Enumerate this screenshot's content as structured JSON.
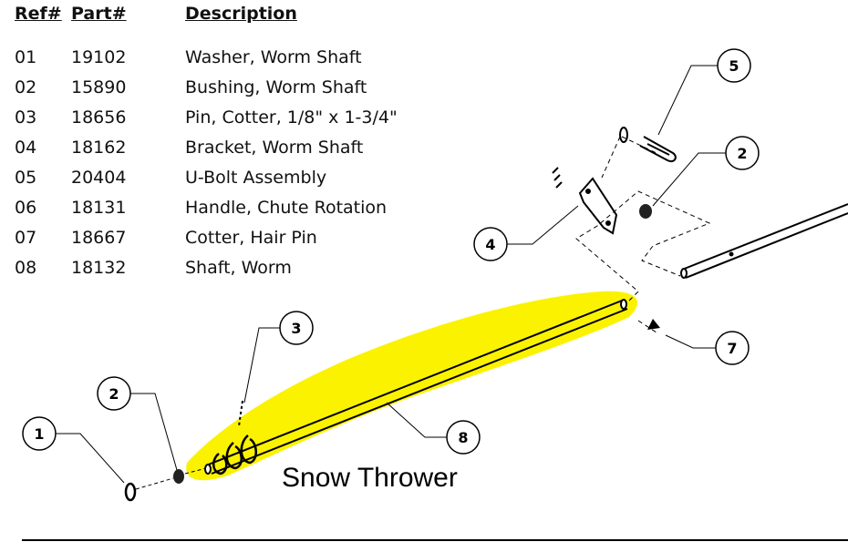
{
  "table": {
    "headers": {
      "ref": "Ref#",
      "part": "Part#",
      "description": "Description"
    },
    "rows": [
      {
        "ref": "01",
        "part": "19102",
        "description": "Washer, Worm Shaft"
      },
      {
        "ref": "02",
        "part": "15890",
        "description": "Bushing, Worm Shaft"
      },
      {
        "ref": "03",
        "part": "18656",
        "description": "Pin, Cotter, 1/8\" x 1-3/4\""
      },
      {
        "ref": "04",
        "part": "18162",
        "description": "Bracket, Worm Shaft"
      },
      {
        "ref": "05",
        "part": "20404",
        "description": "U-Bolt Assembly"
      },
      {
        "ref": "06",
        "part": "18131",
        "description": "Handle, Chute Rotation"
      },
      {
        "ref": "07",
        "part": "18667",
        "description": "Cotter, Hair Pin"
      },
      {
        "ref": "08",
        "part": "18132",
        "description": "Shaft, Worm"
      }
    ]
  },
  "callouts": [
    "5",
    "2",
    "4",
    "7",
    "3",
    "2",
    "1",
    "8"
  ],
  "caption": "Snow Thrower",
  "colors": {
    "highlight": "#fbf200",
    "line": "#000000"
  }
}
